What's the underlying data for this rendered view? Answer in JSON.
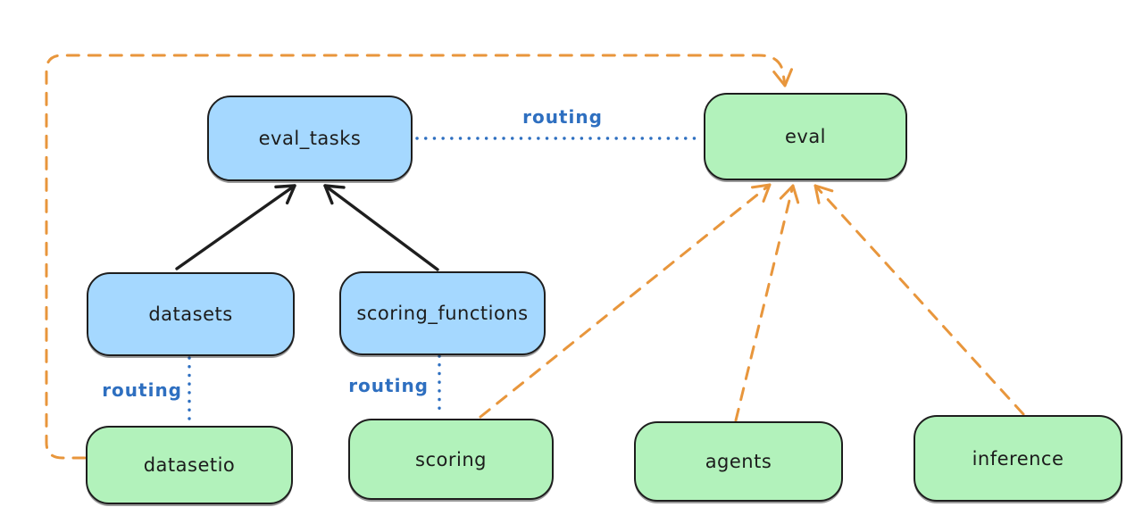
{
  "diagram": {
    "background": "#ffffff",
    "palette": {
      "registry_fill_blue": "#a5d8ff",
      "provider_fill_green": "#b2f2bb",
      "node_stroke": "#1e1e1e",
      "node_text": "#1c1c1c",
      "routing_blue": "#2e6fc0",
      "dashed_orange": "#e8963c",
      "solid_arrow_black": "#1e1e1e"
    },
    "nodes": [
      {
        "id": "eval_tasks",
        "label": "eval_tasks",
        "color": "blue"
      },
      {
        "id": "datasets",
        "label": "datasets",
        "color": "blue"
      },
      {
        "id": "scoring_functions",
        "label": "scoring_functions",
        "color": "blue"
      },
      {
        "id": "eval",
        "label": "eval",
        "color": "green"
      },
      {
        "id": "datasetio",
        "label": "datasetio",
        "color": "green"
      },
      {
        "id": "scoring",
        "label": "scoring",
        "color": "green"
      },
      {
        "id": "agents",
        "label": "agents",
        "color": "green"
      },
      {
        "id": "inference",
        "label": "inference",
        "color": "green"
      }
    ],
    "edges": [
      {
        "from": "datasets",
        "to": "eval_tasks",
        "style": "solid",
        "arrow": true,
        "color": "black",
        "label": ""
      },
      {
        "from": "scoring_functions",
        "to": "eval_tasks",
        "style": "solid",
        "arrow": true,
        "color": "black",
        "label": ""
      },
      {
        "from": "eval_tasks",
        "to": "eval",
        "style": "dotted",
        "arrow": false,
        "color": "blue",
        "label": "routing"
      },
      {
        "from": "datasets",
        "to": "datasetio",
        "style": "dotted",
        "arrow": false,
        "color": "blue",
        "label": "routing"
      },
      {
        "from": "scoring_functions",
        "to": "scoring",
        "style": "dotted",
        "arrow": false,
        "color": "blue",
        "label": "routing"
      },
      {
        "from": "datasetio",
        "to": "eval",
        "style": "dashed",
        "arrow": true,
        "color": "orange",
        "label": ""
      },
      {
        "from": "scoring",
        "to": "eval",
        "style": "dashed",
        "arrow": true,
        "color": "orange",
        "label": ""
      },
      {
        "from": "agents",
        "to": "eval",
        "style": "dashed",
        "arrow": true,
        "color": "orange",
        "label": ""
      },
      {
        "from": "inference",
        "to": "eval",
        "style": "dashed",
        "arrow": true,
        "color": "orange",
        "label": ""
      }
    ]
  }
}
